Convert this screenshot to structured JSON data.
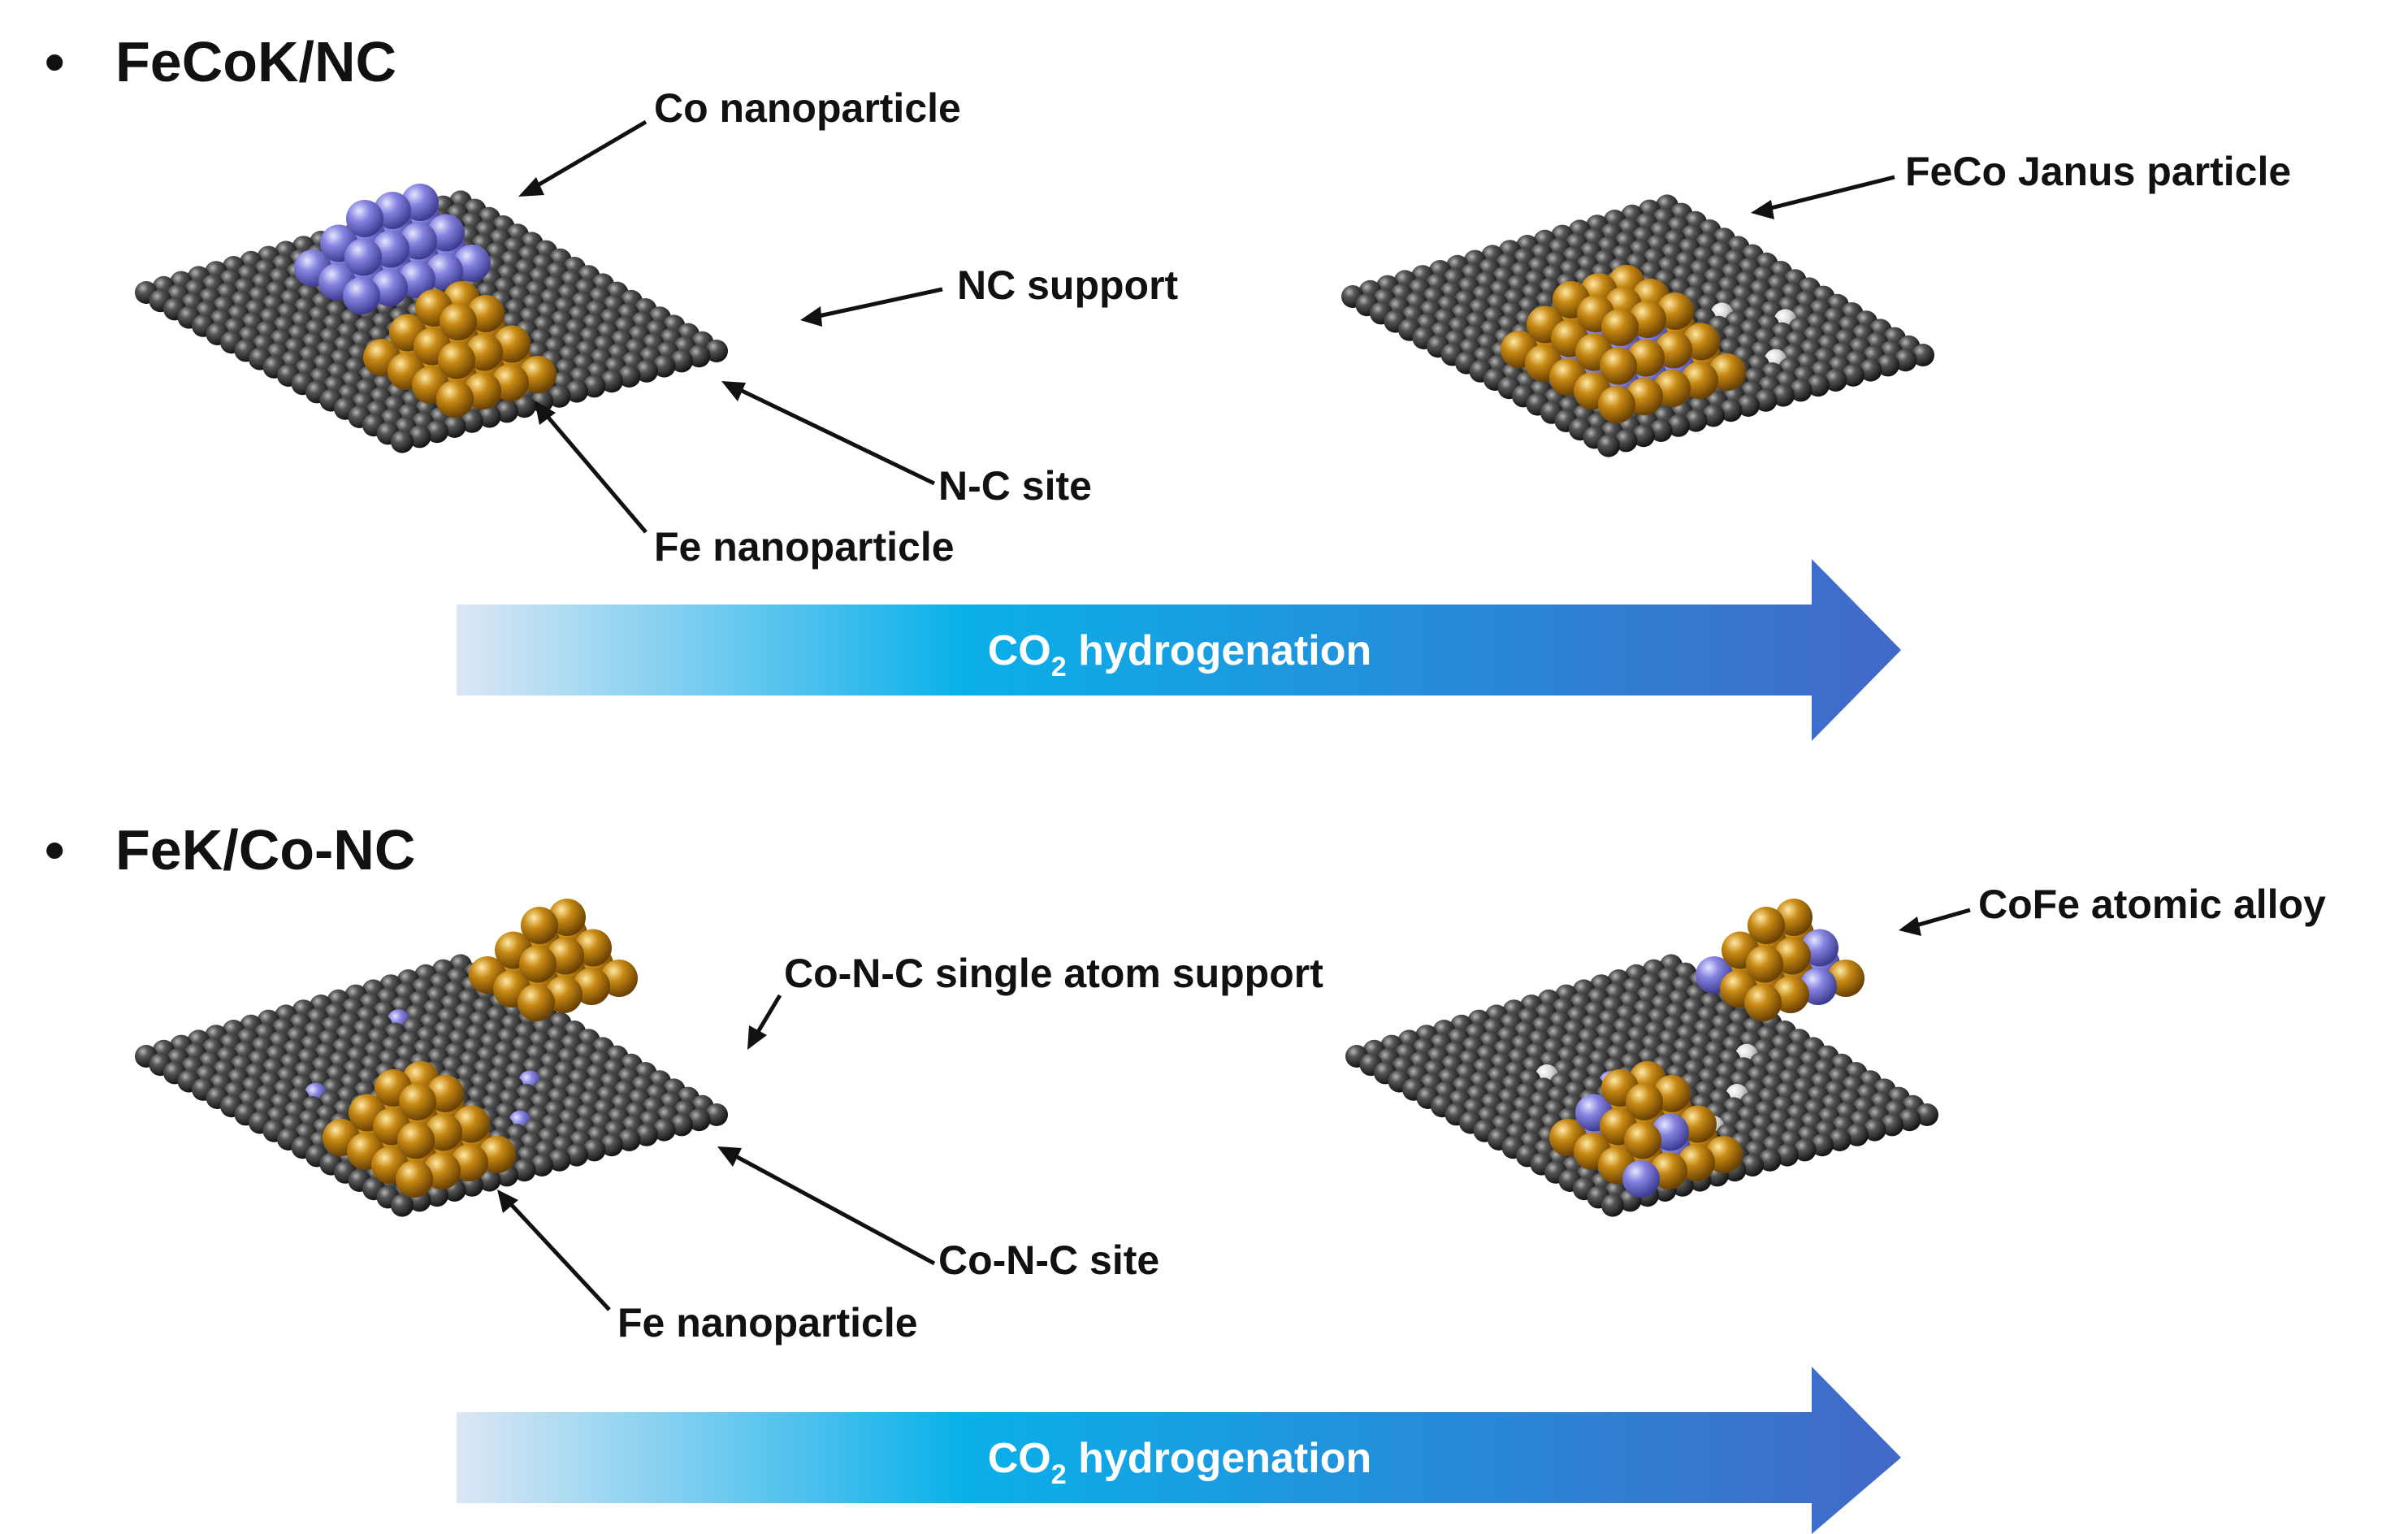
{
  "colors": {
    "carbon": "#3a3a3a",
    "nitrogen": "#d9d9d9",
    "cobalt": "#8684e0",
    "iron": "#c88a14",
    "arrow_start": "#dbe7f4",
    "arrow_mid": "#0ab0ea",
    "arrow_end": "#4268c8"
  },
  "panels": [
    {
      "bullet": "•",
      "title": "FeCoK/NC",
      "labels": {
        "co_nanoparticle": "Co nanoparticle",
        "nc_support": "NC support",
        "nc_site": "N-C site",
        "fe_nanoparticle": "Fe nanoparticle",
        "product": "FeCo Janus particle"
      },
      "arrow": {
        "main": "CO",
        "sub": "2",
        "rest": " hydrogenation"
      }
    },
    {
      "bullet": "•",
      "title": "FeK/Co-NC",
      "labels": {
        "support": "Co-N-C single atom support",
        "site": "Co-N-C site",
        "fe_nanoparticle": "Fe nanoparticle",
        "product": "CoFe atomic alloy"
      },
      "arrow": {
        "main": "CO",
        "sub": "2",
        "rest": " hydrogenation"
      }
    }
  ]
}
